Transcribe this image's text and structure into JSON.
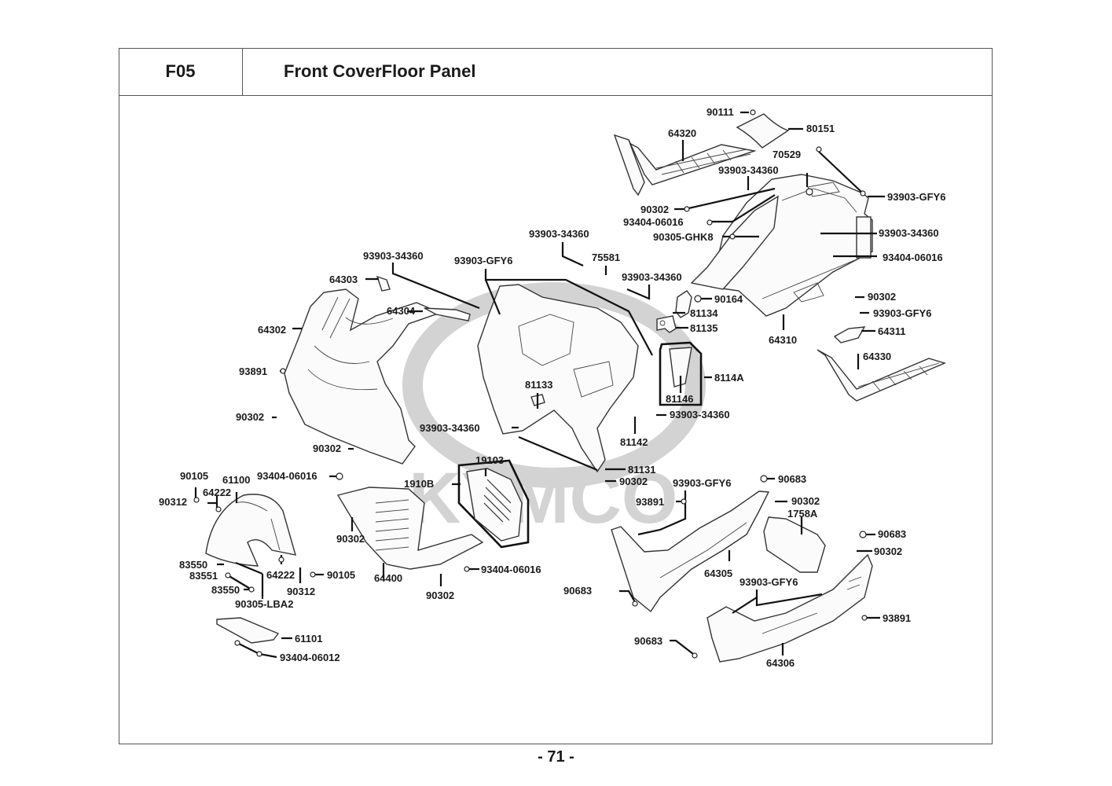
{
  "header": {
    "section_code": "F05",
    "title": "Front CoverFloor Panel"
  },
  "watermark": {
    "brand": "KYMCO",
    "color": "#d3d3d3"
  },
  "page_number": "- 71 -",
  "parts": [
    {
      "id": "p90111",
      "label": "90111"
    },
    {
      "id": "p80151",
      "label": "80151"
    },
    {
      "id": "p64320",
      "label": "64320"
    },
    {
      "id": "p70529",
      "label": "70529"
    },
    {
      "id": "p93903_34360_a",
      "label": "93903-34360"
    },
    {
      "id": "p93903_GFY6_a",
      "label": "93903-GFY6"
    },
    {
      "id": "p90302_a",
      "label": "90302"
    },
    {
      "id": "p93404_06016_a",
      "label": "93404-06016"
    },
    {
      "id": "p90305_GHK8",
      "label": "90305-GHK8"
    },
    {
      "id": "p93903_34360_b",
      "label": "93903-34360"
    },
    {
      "id": "p93404_06016_b",
      "label": "93404-06016"
    },
    {
      "id": "p93903_34360_c",
      "label": "93903-34360"
    },
    {
      "id": "p93903_34360_d",
      "label": "93903-34360"
    },
    {
      "id": "p93903_GFY6_b",
      "label": "93903-GFY6"
    },
    {
      "id": "p75581",
      "label": "75581"
    },
    {
      "id": "p93903_34360_e",
      "label": "93903-34360"
    },
    {
      "id": "p64303",
      "label": "64303"
    },
    {
      "id": "p64304",
      "label": "64304"
    },
    {
      "id": "p64302",
      "label": "64302"
    },
    {
      "id": "p90164",
      "label": "90164"
    },
    {
      "id": "p81134",
      "label": "81134"
    },
    {
      "id": "p81135",
      "label": "81135"
    },
    {
      "id": "p90302_b",
      "label": "90302"
    },
    {
      "id": "p93903_GFY6_c",
      "label": "93903-GFY6"
    },
    {
      "id": "p64311",
      "label": "64311"
    },
    {
      "id": "p64310",
      "label": "64310"
    },
    {
      "id": "p64330",
      "label": "64330"
    },
    {
      "id": "p8114A",
      "label": "8114A"
    },
    {
      "id": "p81146",
      "label": "81146"
    },
    {
      "id": "p93891_a",
      "label": "93891"
    },
    {
      "id": "p81133",
      "label": "81133"
    },
    {
      "id": "p90302_c",
      "label": "90302"
    },
    {
      "id": "p93903_34360_f",
      "label": "93903-34360"
    },
    {
      "id": "p93903_34360_g",
      "label": "93903-34360"
    },
    {
      "id": "p81142",
      "label": "81142"
    },
    {
      "id": "p90302_d",
      "label": "90302"
    },
    {
      "id": "p19103",
      "label": "19103"
    },
    {
      "id": "p1910B",
      "label": "1910B"
    },
    {
      "id": "p81131",
      "label": "81131"
    },
    {
      "id": "p90302_e",
      "label": "90302"
    },
    {
      "id": "p90105_a",
      "label": "90105"
    },
    {
      "id": "p61100",
      "label": "61100"
    },
    {
      "id": "p93404_06016_c",
      "label": "93404-06016"
    },
    {
      "id": "p64222_a",
      "label": "64222"
    },
    {
      "id": "p90312_a",
      "label": "90312"
    },
    {
      "id": "p93903_GFY6_d",
      "label": "93903-GFY6"
    },
    {
      "id": "p90683_a",
      "label": "90683"
    },
    {
      "id": "p93891_b",
      "label": "93891"
    },
    {
      "id": "p90302_f",
      "label": "90302"
    },
    {
      "id": "p1758A",
      "label": "1758A"
    },
    {
      "id": "p90683_b",
      "label": "90683"
    },
    {
      "id": "p90302_g",
      "label": "90302"
    },
    {
      "id": "p90302_h",
      "label": "90302"
    },
    {
      "id": "p83550_a",
      "label": "83550"
    },
    {
      "id": "p83551",
      "label": "83551"
    },
    {
      "id": "p64222_b",
      "label": "64222"
    },
    {
      "id": "p90105_b",
      "label": "90105"
    },
    {
      "id": "p83550_b",
      "label": "83550"
    },
    {
      "id": "p90312_b",
      "label": "90312"
    },
    {
      "id": "p90305_LBA2",
      "label": "90305-LBA2"
    },
    {
      "id": "p64400",
      "label": "64400"
    },
    {
      "id": "p93404_06016_d",
      "label": "93404-06016"
    },
    {
      "id": "p90302_i",
      "label": "90302"
    },
    {
      "id": "p64305",
      "label": "64305"
    },
    {
      "id": "p93903_GFY6_e",
      "label": "93903-GFY6"
    },
    {
      "id": "p90683_c",
      "label": "90683"
    },
    {
      "id": "p93891_c",
      "label": "93891"
    },
    {
      "id": "p90683_d",
      "label": "90683"
    },
    {
      "id": "p64306",
      "label": "64306"
    },
    {
      "id": "p61101",
      "label": "61101"
    },
    {
      "id": "p93404_06012",
      "label": "93404-06012"
    }
  ]
}
